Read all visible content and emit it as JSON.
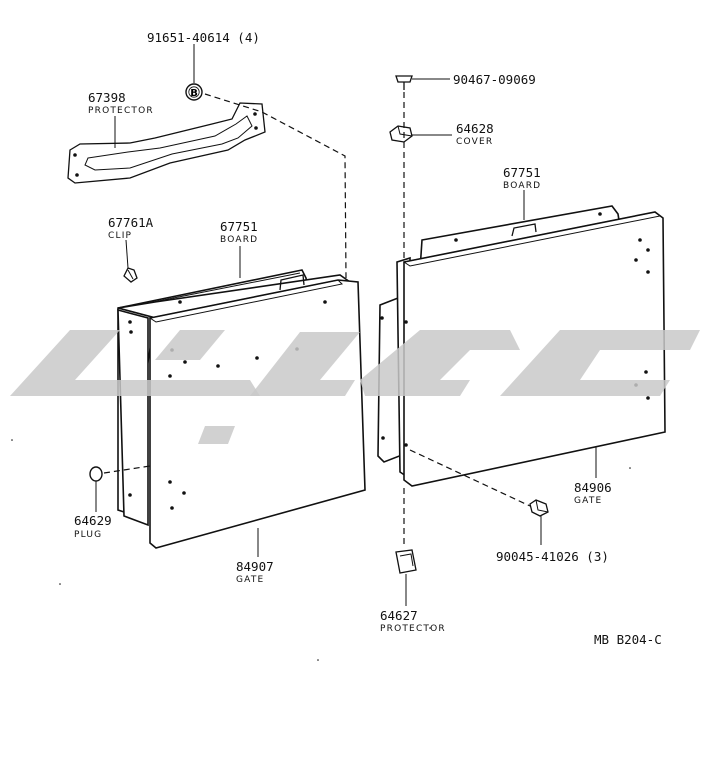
{
  "parts": [
    {
      "id": "p91651",
      "number": "91651-40614 (4)",
      "name": ""
    },
    {
      "id": "p67398",
      "number": "67398",
      "name": "PROTECTOR"
    },
    {
      "id": "p67761a",
      "number": "67761A",
      "name": "CLIP"
    },
    {
      "id": "p67751l",
      "number": "67751",
      "name": "BOARD"
    },
    {
      "id": "p64629",
      "number": "64629",
      "name": "PLUG"
    },
    {
      "id": "p84907",
      "number": "84907",
      "name": "GATE"
    },
    {
      "id": "p90467",
      "number": "90467-09069",
      "name": ""
    },
    {
      "id": "p64628",
      "number": "64628",
      "name": "COVER"
    },
    {
      "id": "p67751r",
      "number": "67751",
      "name": "BOARD"
    },
    {
      "id": "p84906",
      "number": "84906",
      "name": "GATE"
    },
    {
      "id": "p90045",
      "number": "90045-41026 (3)",
      "name": ""
    },
    {
      "id": "p64627",
      "number": "64627",
      "name": "PROTECTOR"
    }
  ],
  "bolt_marker": "B",
  "diagram_code": "MB B204-C"
}
